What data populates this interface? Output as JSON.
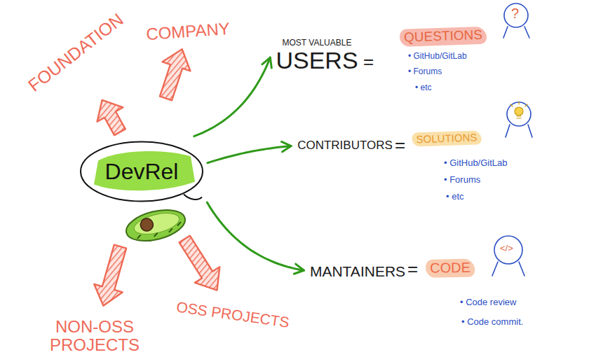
{
  "diagram": {
    "nodes": [
      {
        "text": [
          "FOUNDATION"
        ]
      },
      {
        "text": [
          "COMPANY"
        ]
      },
      {
        "text": [
          "MOST VALUABLE",
          "USERS"
        ]
      },
      {
        "text": [
          "QUESTIONS"
        ]
      },
      {
        "text": [
          "DevRel"
        ]
      },
      {
        "text": [
          "CONTRIBUTORS"
        ]
      },
      {
        "text": [
          "SOLUTIONS"
        ]
      },
      {
        "text": [
          "MANTAINERS"
        ]
      },
      {
        "text": [
          "CODE"
        ]
      },
      {
        "text": [
          "NON-OSS PROJECTS"
        ]
      },
      {
        "text": [
          "OSS PROJECTS"
        ]
      }
    ],
    "edges": [
      {
        "from": 4,
        "to": 0,
        "arrow": "to"
      },
      {
        "from": 4,
        "to": 1,
        "arrow": "to"
      },
      {
        "from": 4,
        "to": 2,
        "arrow": "to"
      },
      {
        "from": 4,
        "to": 5,
        "arrow": "to"
      },
      {
        "from": 4,
        "to": 7,
        "arrow": "to"
      },
      {
        "from": 4,
        "to": 9,
        "arrow": "to"
      },
      {
        "from": 4,
        "to": 10,
        "arrow": "to"
      }
    ],
    "labels": [
      "=",
      "?",
      "• GitHub/GitLab",
      "• Forums",
      "• etc",
      "=",
      "• GitHub/GitLab",
      "• Forums",
      "• etc",
      "=",
      "</>",
      "• Code review",
      "• Code commit."
    ]
  }
}
